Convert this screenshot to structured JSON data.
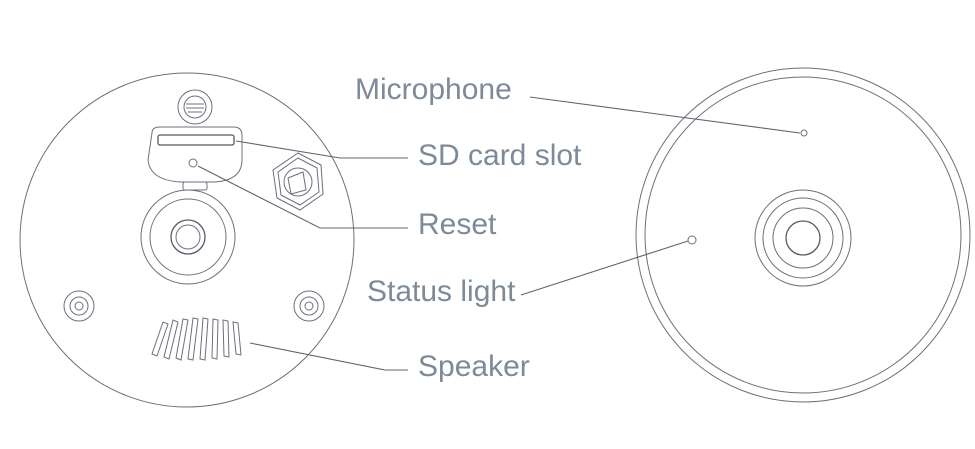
{
  "labels": {
    "microphone": "Microphone",
    "sd_card_slot": "SD card slot",
    "reset": "Reset",
    "status_light": "Status light",
    "speaker": "Speaker"
  },
  "colors": {
    "label_text": "#7d8a99",
    "line_art": "#5f6470",
    "background": "#ffffff"
  }
}
